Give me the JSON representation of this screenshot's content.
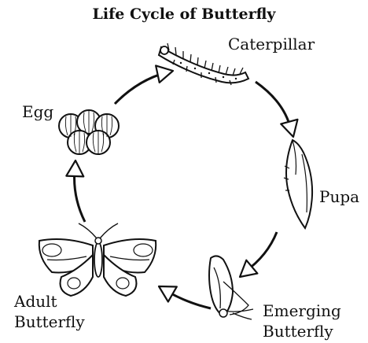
{
  "diagram": {
    "title": "Life Cycle of Butterfly",
    "stages": {
      "egg": "Egg",
      "caterpillar": "Caterpillar",
      "pupa": "Pupa",
      "emerging_line1": "Emerging",
      "emerging_line2": "Butterfly",
      "adult_line1": "Adult",
      "adult_line2": "Butterfly"
    },
    "cycle_order": [
      "Egg",
      "Caterpillar",
      "Pupa",
      "Emerging Butterfly",
      "Adult Butterfly"
    ]
  }
}
